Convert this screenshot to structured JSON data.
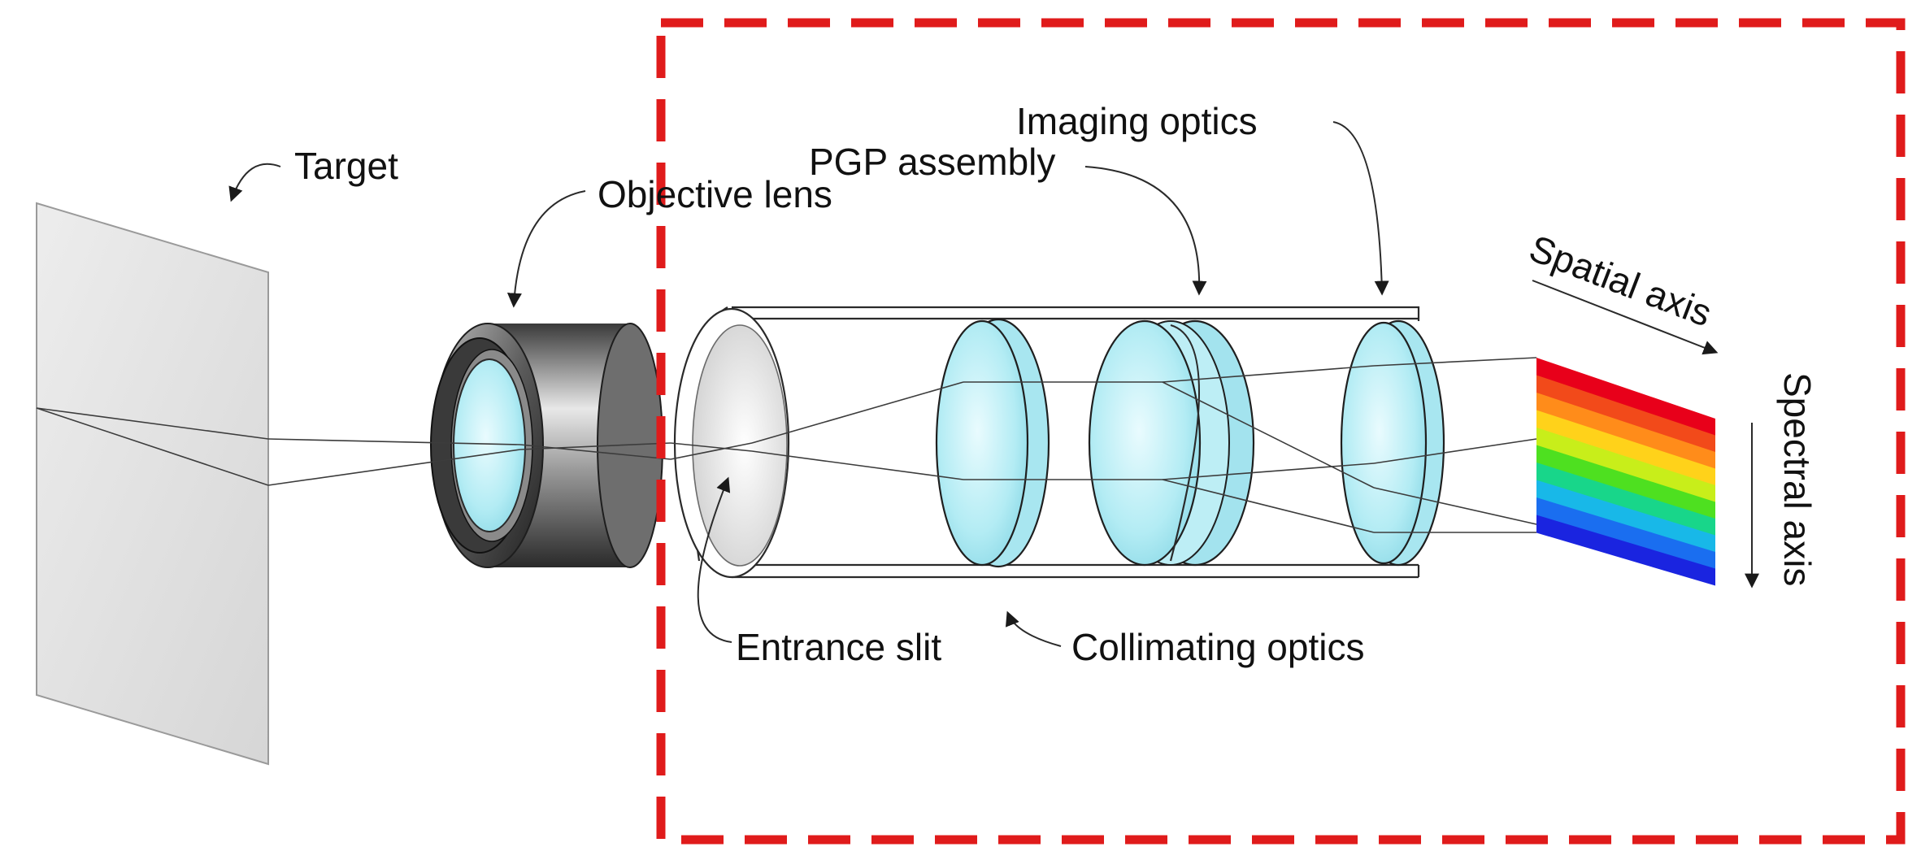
{
  "labels": {
    "target": "Target",
    "objective_lens": "Objective lens",
    "imaging_optics": "Imaging optics",
    "pgp_assembly": "PGP assembly",
    "spatial_axis": "Spatial axis",
    "spectral_axis": "Spectral axis",
    "entrance_slit": "Entrance slit",
    "collimating_optics": "Collimating optics"
  },
  "colors": {
    "dashed_frame": "#e01b1b",
    "lens_glass": "#aee9f2",
    "target_plane": "#e6e6e6"
  },
  "spectrum_bands": [
    "#e8001a",
    "#f24a1a",
    "#ff8c1a",
    "#ffd21a",
    "#c8ee1a",
    "#4ee020",
    "#18d68a",
    "#18b8e8",
    "#1a6ef0",
    "#1a24e0"
  ]
}
